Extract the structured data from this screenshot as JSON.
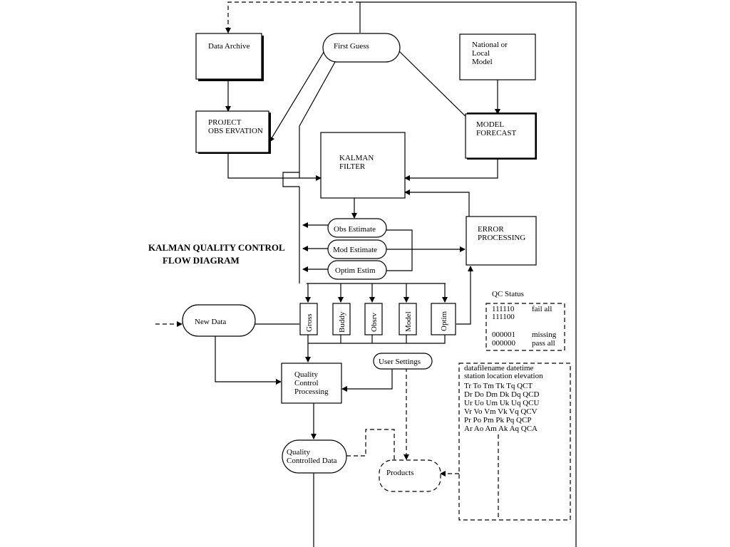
{
  "diagram": {
    "title_line1": "KALMAN    QUALITY    CONTROL",
    "title_line2": "FLOW    DIAGRAM",
    "nodes": {
      "data_archive": "Data Archive",
      "first_guess": "First Guess",
      "national_model": [
        "National or",
        "Local",
        "Model"
      ],
      "project_observation": [
        "PROJECT",
        "OBS ERVATION"
      ],
      "kalman_filter": [
        "KALMAN",
        "FILTER"
      ],
      "model_forecast": [
        "MODEL",
        "FORECAST"
      ],
      "obs_estimate": "Obs Estimate",
      "mod_estimate": "Mod Estimate",
      "optim_estim": "Optim Estim",
      "error_processing": [
        "ERROR",
        "PROCESSING"
      ],
      "new_data": "New Data",
      "checks": [
        "Gross",
        "Buddy",
        "Obsrv",
        "Model",
        "Optim"
      ],
      "quality_control_processing": [
        "Quality",
        "Control",
        "Processing"
      ],
      "user_settings": "User Settings",
      "quality_controlled_data": [
        "Quality",
        "Controlled Data"
      ],
      "products": "Products"
    },
    "qc_status": {
      "label": "QC Status",
      "rows": [
        [
          "111110",
          "fail all"
        ],
        [
          "111100",
          ""
        ],
        [
          "000001",
          "missing"
        ],
        [
          "000000",
          "pass all"
        ]
      ]
    },
    "data_file": {
      "header1": "datafilename datetime",
      "header2": "station location elevation",
      "rows": [
        "Tr  To  Tm  Tk  Tq  QCT",
        "Dr  Do  Dm  Dk  Dq  QCD",
        "Ur  Uo  Um  Uk  Uq  QCU",
        "Vr  Vo  Vm  Vk  Vq  QCV",
        "Pr  Po  Pm  Pk  Pq    QCP",
        "Ar  Ao  Am  Ak  Aq  QCA"
      ]
    }
  }
}
